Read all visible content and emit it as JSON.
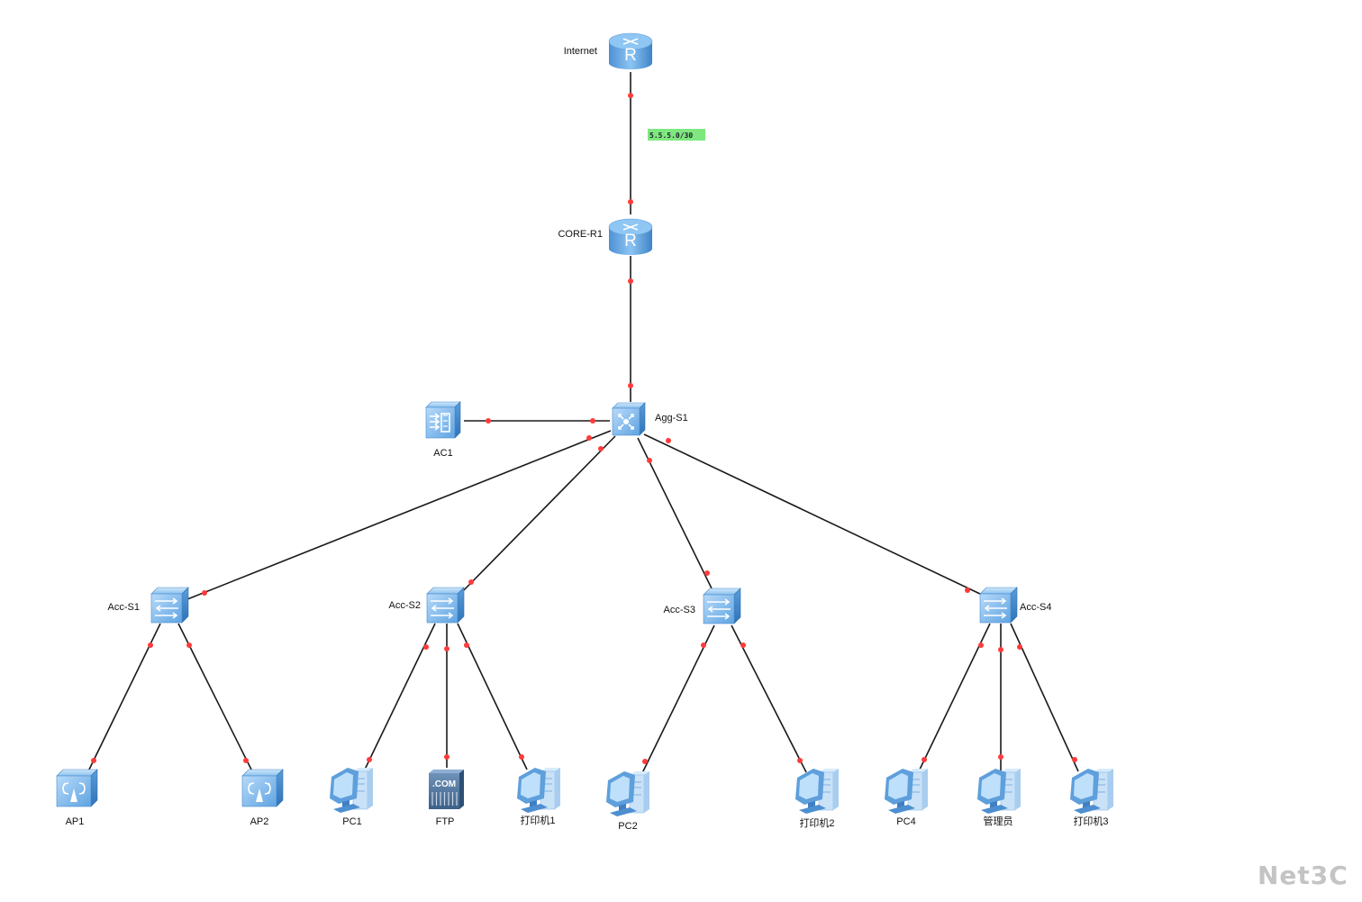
{
  "diagram": {
    "title": "Network topology",
    "watermark": "Net3C",
    "colors": {
      "link": "#1a1a1a",
      "port_dot": "#ff3b3b",
      "device_light": "#a9d2f5",
      "device_mid": "#6aaee6",
      "device_dark": "#3c82c8",
      "subnet_bg": "#7ee87e"
    },
    "nodes": [
      {
        "id": "internet",
        "label": "Internet",
        "type": "router"
      },
      {
        "id": "core",
        "label": "CORE-R1",
        "type": "router"
      },
      {
        "id": "agg",
        "label": "Agg-S1",
        "type": "core-switch"
      },
      {
        "id": "ac1",
        "label": "AC1",
        "type": "wireless-controller"
      },
      {
        "id": "acc1",
        "label": "Acc-S1",
        "type": "switch"
      },
      {
        "id": "acc2",
        "label": "Acc-S2",
        "type": "switch"
      },
      {
        "id": "acc3",
        "label": "Acc-S3",
        "type": "switch"
      },
      {
        "id": "acc4",
        "label": "Acc-S4",
        "type": "switch"
      },
      {
        "id": "ap1",
        "label": "AP1",
        "type": "access-point"
      },
      {
        "id": "ap2",
        "label": "AP2",
        "type": "access-point"
      },
      {
        "id": "pc1",
        "label": "PC1",
        "type": "pc"
      },
      {
        "id": "ftp",
        "label": "FTP",
        "type": "server"
      },
      {
        "id": "prn1",
        "label": "打印机1",
        "type": "pc"
      },
      {
        "id": "pc2",
        "label": "PC2",
        "type": "pc"
      },
      {
        "id": "prn2",
        "label": "打印机2",
        "type": "pc"
      },
      {
        "id": "pc4",
        "label": "PC4",
        "type": "pc"
      },
      {
        "id": "admin",
        "label": "管理员",
        "type": "pc"
      },
      {
        "id": "prn3",
        "label": "打印机3",
        "type": "pc"
      }
    ],
    "links": [
      {
        "from": "internet",
        "to": "core",
        "label": "5.5.5.0/30"
      },
      {
        "from": "core",
        "to": "agg"
      },
      {
        "from": "ac1",
        "to": "agg"
      },
      {
        "from": "agg",
        "to": "acc1"
      },
      {
        "from": "agg",
        "to": "acc2"
      },
      {
        "from": "agg",
        "to": "acc3"
      },
      {
        "from": "agg",
        "to": "acc4"
      },
      {
        "from": "acc1",
        "to": "ap1"
      },
      {
        "from": "acc1",
        "to": "ap2"
      },
      {
        "from": "acc2",
        "to": "pc1"
      },
      {
        "from": "acc2",
        "to": "ftp"
      },
      {
        "from": "acc2",
        "to": "prn1"
      },
      {
        "from": "acc3",
        "to": "pc2"
      },
      {
        "from": "acc3",
        "to": "prn2"
      },
      {
        "from": "acc4",
        "to": "pc4"
      },
      {
        "from": "acc4",
        "to": "admin"
      },
      {
        "from": "acc4",
        "to": "prn3"
      }
    ],
    "icon_names": {
      "router": "router-icon",
      "core-switch": "core-switch-icon",
      "switch": "switch-icon",
      "wireless-controller": "wireless-controller-icon",
      "access-point": "access-point-icon",
      "pc": "pc-icon",
      "server": "ftp-server-icon"
    }
  }
}
